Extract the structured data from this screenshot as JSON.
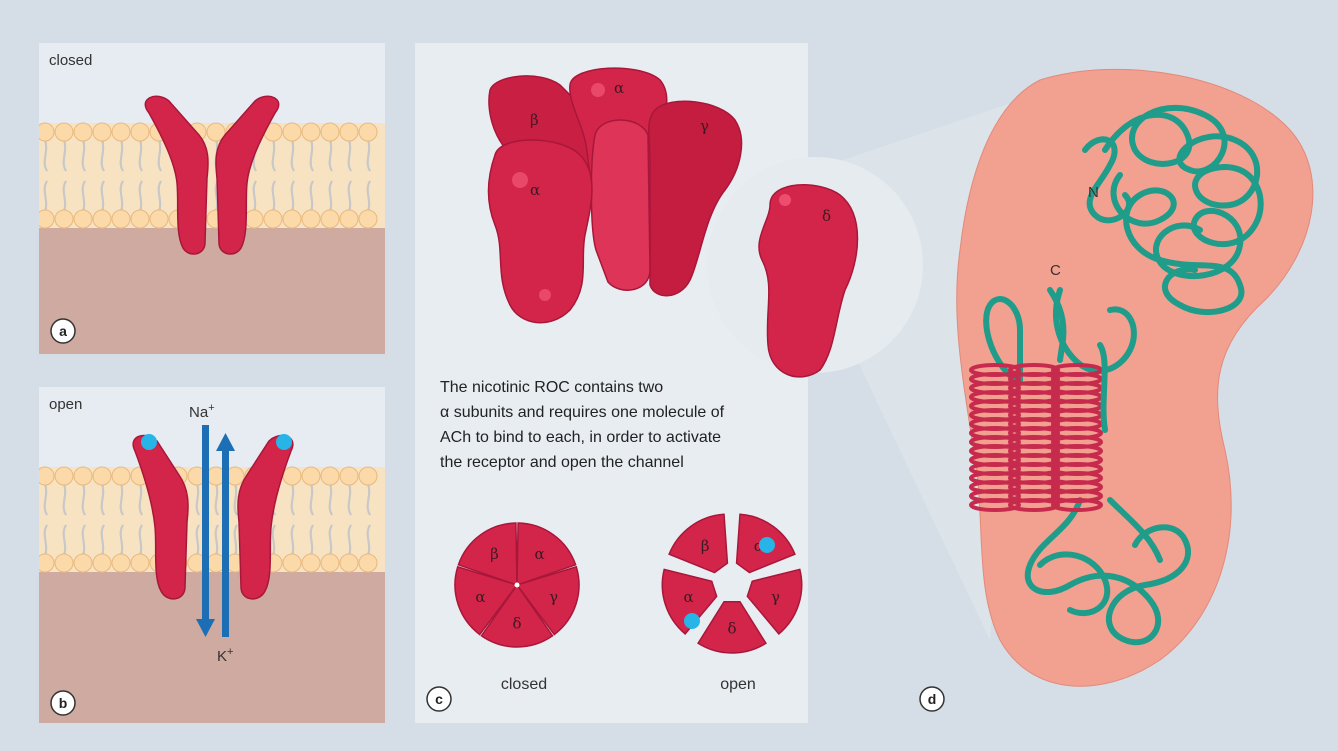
{
  "panel_a": {
    "state_label": "closed",
    "badge": "a"
  },
  "panel_b": {
    "state_label": "open",
    "badge": "b",
    "ion_in": "Na",
    "ion_in_charge": "+",
    "ion_out": "K",
    "ion_out_charge": "+"
  },
  "panel_c": {
    "badge": "c",
    "subunits_top": [
      "β",
      "α",
      "γ",
      "α"
    ],
    "subunit_detached": "δ",
    "caption_lines": [
      "The nicotinic ROC contains two",
      "α subunits and requires one molecule of",
      "ACh to bind to each, in order to activate",
      "the receptor and open the channel"
    ],
    "ring_closed": {
      "label": "closed",
      "subunits": [
        "β",
        "α",
        "γ",
        "δ",
        "α"
      ]
    },
    "ring_open": {
      "label": "open",
      "subunits": [
        "β",
        "α",
        "γ",
        "δ",
        "α"
      ]
    }
  },
  "panel_d": {
    "badge": "d",
    "terminal_n": "N",
    "terminal_c": "C"
  },
  "colors": {
    "background": "#d5dee6",
    "panel": "#e8edf2",
    "protein": "#d3254a",
    "protein_dark": "#a8173a",
    "membrane": "#f7e3c2",
    "cytoplasm": "#cfaaa0",
    "ach": "#27b4e6",
    "arrow": "#1c6fb4",
    "backbone": "#1f9c8a",
    "helix": "#c62a4d",
    "blob": "#f2a090"
  }
}
